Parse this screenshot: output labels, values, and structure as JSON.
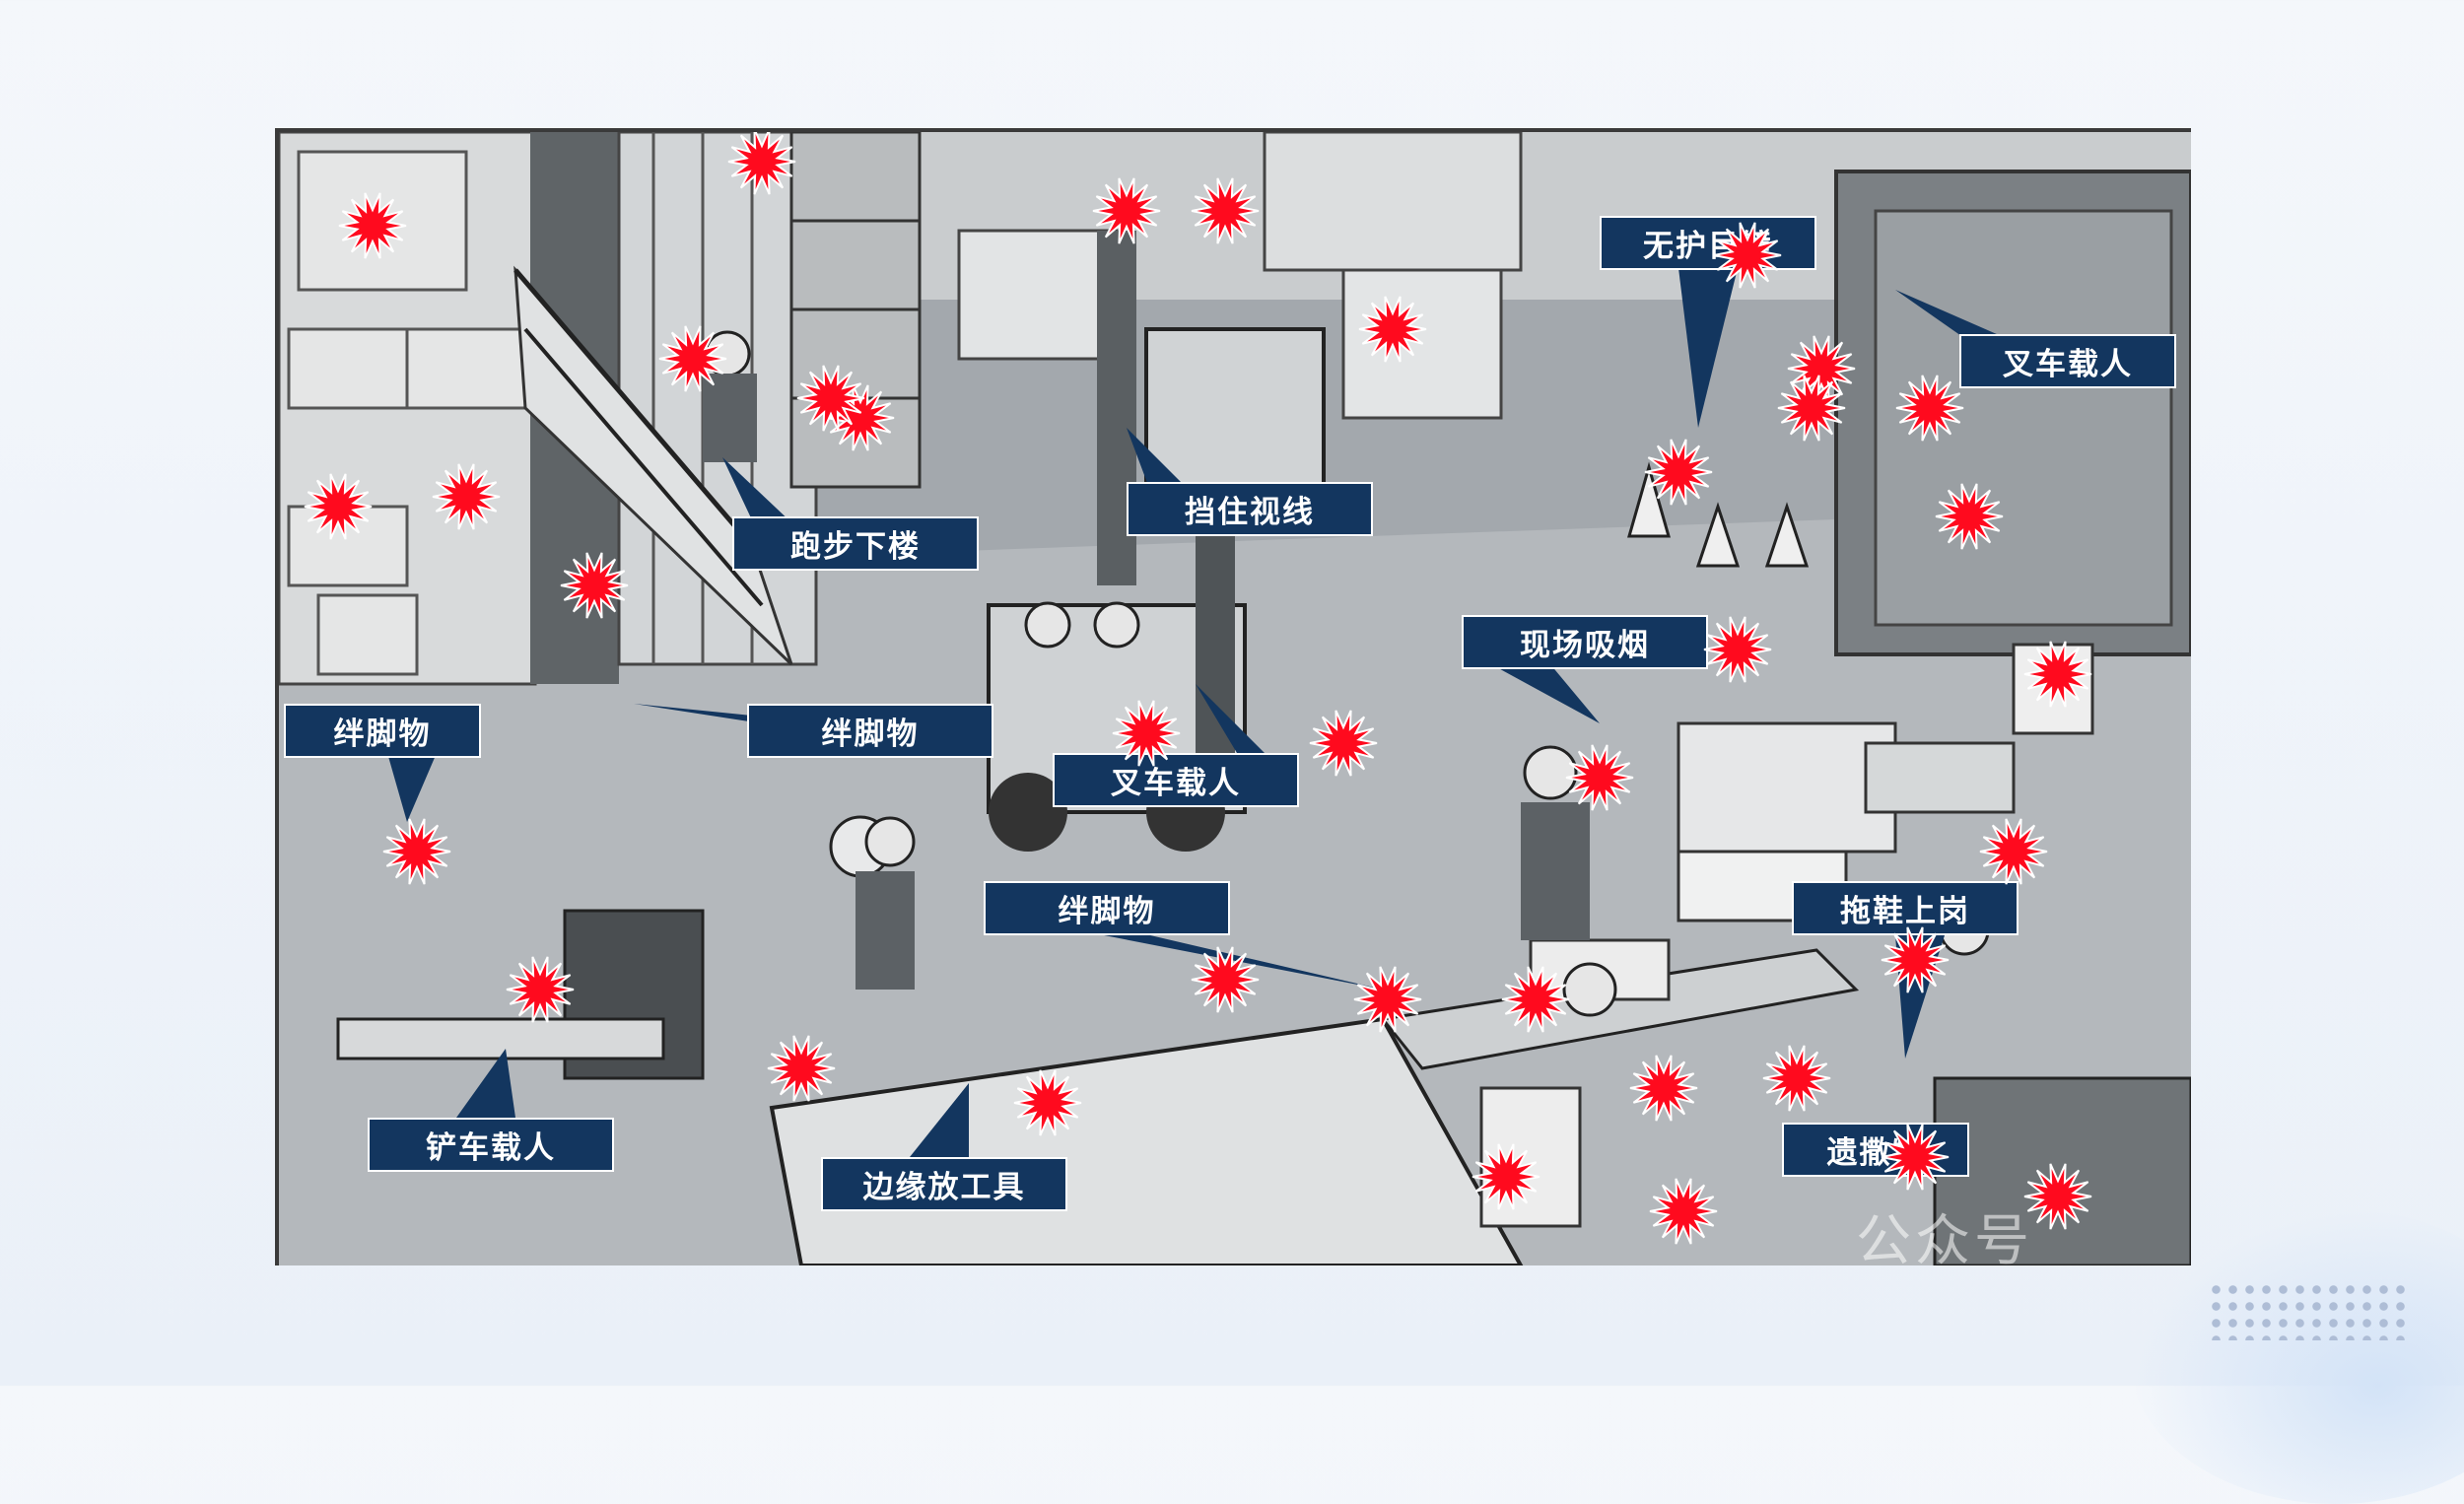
{
  "labels": {
    "no_goggles": "无护目镜",
    "forklift_carry_right": "叉车载人",
    "blocked_view": "挡住视线",
    "running_stairs": "跑步下楼",
    "smoking": "现场吸烟",
    "trip_left": "绊脚物",
    "trip_middle": "绊脚物",
    "forklift_carry_center": "叉车载人",
    "trip_bottom": "绊脚物",
    "slippers": "拖鞋上岗",
    "pallet_truck_carry": "铲车载人",
    "edge_tools": "边缘放工具",
    "spill": "遗撒物"
  },
  "watermark": "公众号",
  "colors": {
    "label_bg": "#13365f",
    "hazard": "#ff0a1e"
  }
}
